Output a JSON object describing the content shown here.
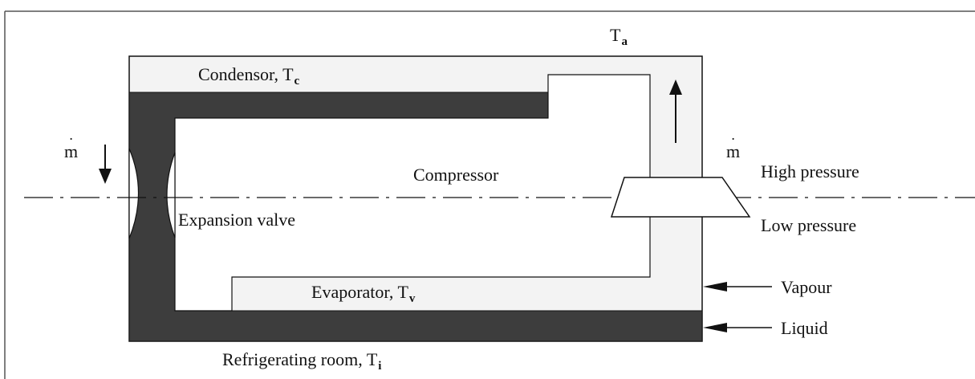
{
  "diagram": {
    "ambient": {
      "symbol": "T",
      "sub": "a"
    },
    "condenser": {
      "name": "Condensor,",
      "symbol": "T",
      "sub": "c"
    },
    "compressor": "Compressor",
    "expansion_valve": "Expansion valve",
    "evaporator": {
      "name": "Evaporator,",
      "symbol": "T",
      "sub": "v"
    },
    "room": {
      "name": "Refrigerating room,",
      "symbol": "T",
      "sub": "i"
    },
    "mass_flow_left": "m",
    "mass_flow_right": "m",
    "high_pressure": "High pressure",
    "low_pressure": "Low pressure",
    "vapour": "Vapour",
    "liquid": "Liquid",
    "colors": {
      "liquid_fill": "#3d3d3d",
      "vapour_fill": "#f3f3f3",
      "outline": "#111111"
    }
  }
}
